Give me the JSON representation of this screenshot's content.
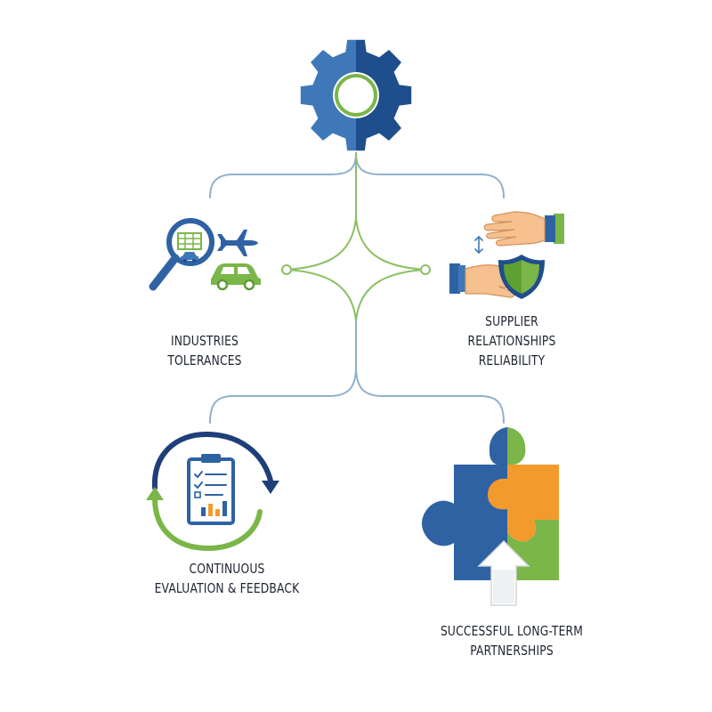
{
  "colors": {
    "blue_dark": "#1f4e8c",
    "blue_light": "#3f78b8",
    "green": "#7ab648",
    "orange": "#f39a2d",
    "connector_blue": "#8fb0cf",
    "connector_green": "#8cc063",
    "skin": "#f6c08f"
  },
  "nodes": {
    "center": {
      "icon": "gear-icon"
    },
    "industries": {
      "icon": "magnifier-vehicles-icon",
      "lines": [
        "INDUSTRIES",
        "TOLERANCES"
      ]
    },
    "supplier": {
      "icon": "handshake-shield-icon",
      "lines": [
        "SUPPLIER",
        "RELATIONSHIPS",
        "RELIABILITY"
      ]
    },
    "continuous": {
      "icon": "clipboard-cycle-icon",
      "lines": [
        "CONTINUOUS",
        "EVALUATION & FEEDBACK"
      ]
    },
    "partnerships": {
      "icon": "puzzle-arrow-icon",
      "lines": [
        "SUCCESSFUL LONG-TERM",
        "PARTNERSHIPS"
      ]
    }
  }
}
